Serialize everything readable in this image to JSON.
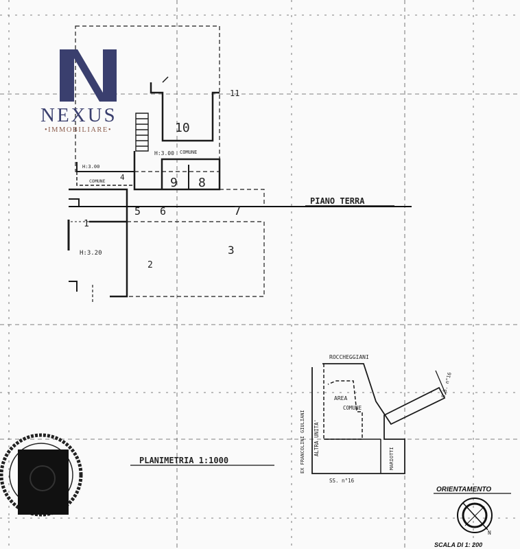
{
  "logo": {
    "name": "NEXUS",
    "tagline": "•IMMOBILIARE•",
    "letter": "N",
    "color": "#3a3f6e",
    "accent": "#8a5a4a"
  },
  "floor_label": "PIANO TERRA",
  "plan_labels": {
    "height_upper": "H:3.00",
    "comune_upper": "COMUNE",
    "height_small": "H:3.00",
    "comune_small": "COMUNE",
    "height_lower": "H:3.20",
    "room_1": "1",
    "room_2": "2",
    "room_3": "3",
    "room_4": "4",
    "room_5": "5",
    "room_6": "6",
    "room_7": "7",
    "room_8": "8",
    "room_9": "9",
    "room_10": "10",
    "mark_11": "11"
  },
  "planimetria": {
    "title": "PLANIMETRIA 1:1000",
    "neighbor_top": "ROCCHEGGIANI",
    "neighbor_left": "EX FRANCOLINI GIULIANI",
    "other_unit": "ALTRA UNITA'",
    "area_label": "AREA",
    "comune_label": "COMUNE",
    "neighbor_right": "MARIOTTI",
    "road_bottom": "SS. n°16",
    "road_right": "S.S. n°16"
  },
  "orientation": {
    "title": "ORIENTAMENTO",
    "north": "N",
    "scale": "SCALA DI 1: 200"
  },
  "colors": {
    "ink": "#1a1a1a",
    "paper": "#fafafa",
    "stamp": "#111111"
  }
}
